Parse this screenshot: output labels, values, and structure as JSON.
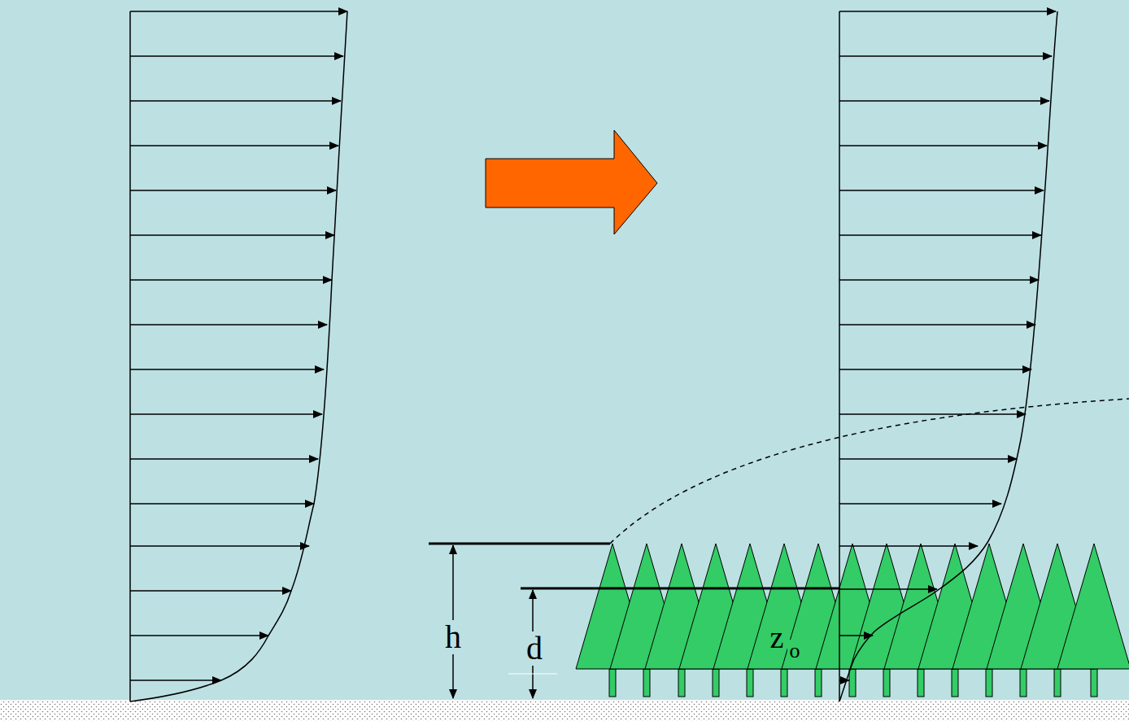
{
  "diagram": {
    "labels": [
      "h",
      "d",
      "z",
      "o"
    ]
  }
}
